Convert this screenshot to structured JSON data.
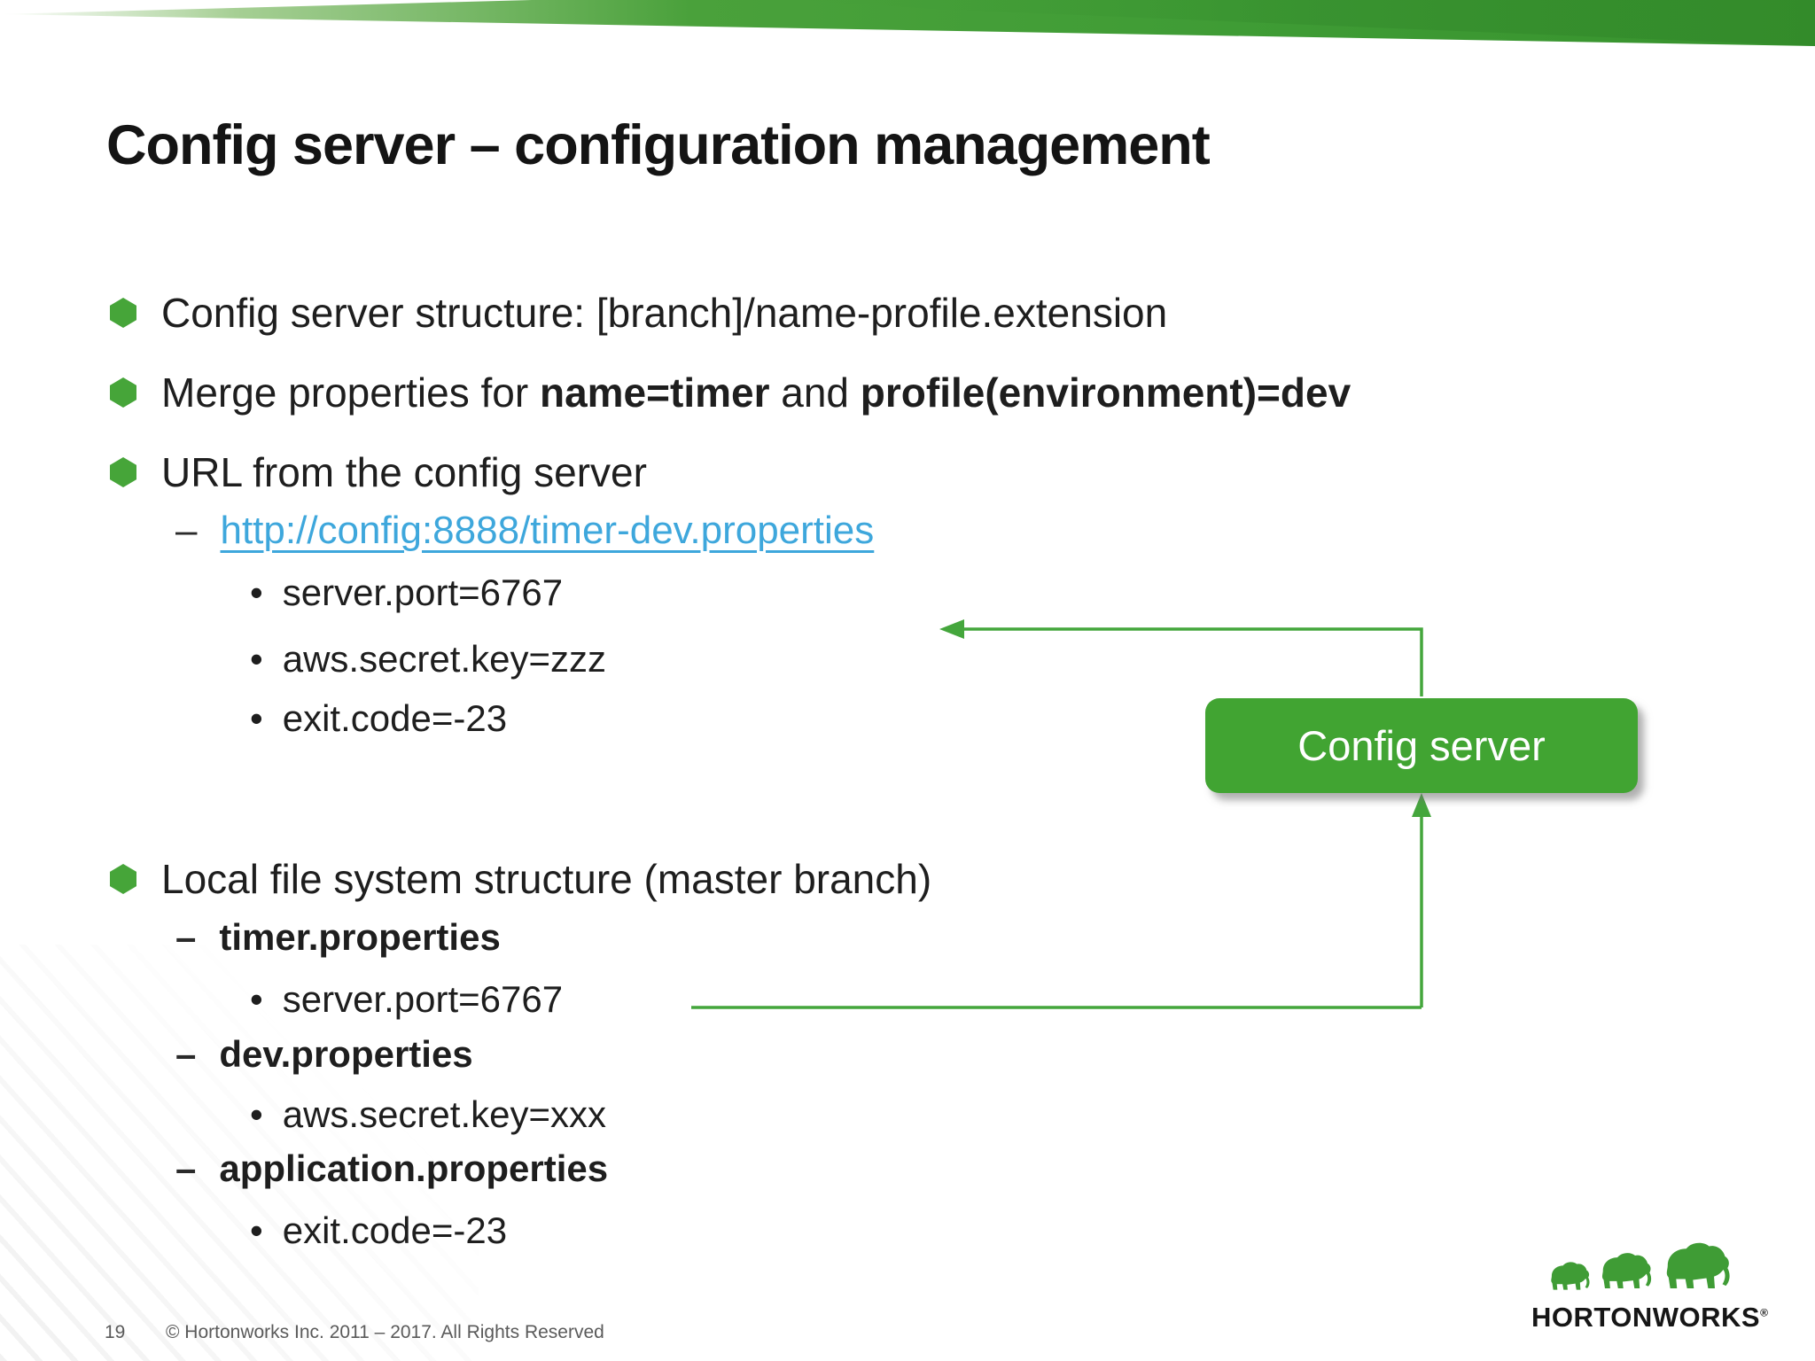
{
  "title": "Config server – configuration management",
  "markers": {
    "dash": "–",
    "dot": "•"
  },
  "bullets": {
    "structure": "Config server structure: [branch]/name-profile.extension",
    "merge": {
      "pre": "Merge properties for ",
      "bold1": "name=timer",
      "and": " and ",
      "bold2": "profile(environment)=dev"
    },
    "url_heading": "URL from the config server",
    "url_link": "http://config:8888/timer-dev.properties",
    "url_props": [
      "server.port=6767",
      "aws.secret.key=zzz",
      "exit.code=-23"
    ],
    "local_heading": "Local file system structure (master branch)",
    "files": [
      {
        "name": "timer.properties",
        "prop": "server.port=6767"
      },
      {
        "name": "dev.properties",
        "prop": "aws.secret.key=xxx"
      },
      {
        "name": "application.properties",
        "prop": "exit.code=-23"
      }
    ]
  },
  "diagram": {
    "box_label": "Config server"
  },
  "footer": {
    "page_number": "19",
    "copyright": "© Hortonworks Inc. 2011 – 2017. All Rights Reserved"
  },
  "logo": {
    "brand": "HORTONWORKS",
    "registered": "®"
  },
  "colors": {
    "ribbon_green": "#3f9c35",
    "box_green": "#41a432",
    "bullet_green": "#46a539",
    "arrow_green": "#44a63c",
    "link_blue": "#3ea7dc",
    "footer_gray": "#5a5a5a"
  }
}
